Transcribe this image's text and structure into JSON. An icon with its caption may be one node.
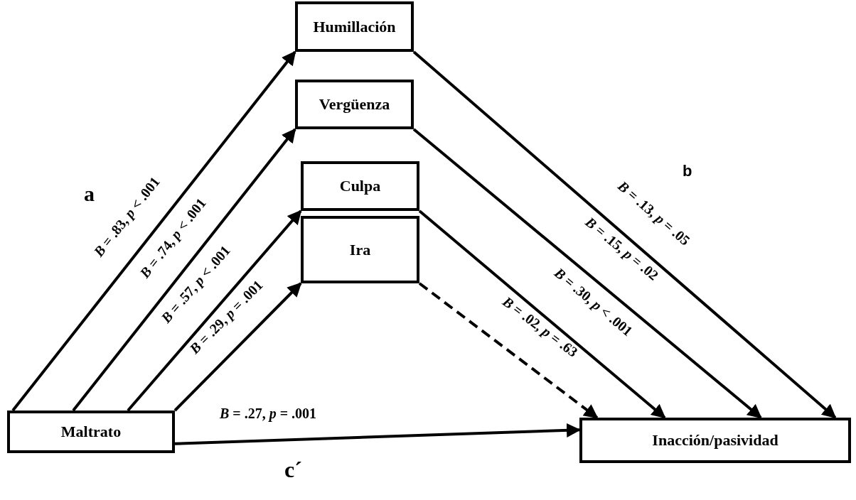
{
  "diagram": {
    "nodes": [
      {
        "text": [
          "Humillación"
        ]
      },
      {
        "text": [
          "Vergüenza"
        ]
      },
      {
        "text": [
          "Culpa"
        ]
      },
      {
        "text": [
          "Ira"
        ]
      },
      {
        "text": [
          "Maltrato"
        ]
      },
      {
        "text": [
          "Inacción/pasividad"
        ]
      }
    ],
    "edges": [
      {
        "from": 4,
        "to": 0,
        "arrow": "to",
        "label": "*B* = .83, *p* < .001"
      },
      {
        "from": 4,
        "to": 1,
        "arrow": "to",
        "label": "*B* = .74, *p* < .001"
      },
      {
        "from": 4,
        "to": 2,
        "arrow": "to",
        "label": "*B* = .57, *p* < .001"
      },
      {
        "from": 4,
        "to": 3,
        "arrow": "to",
        "label": "*B* = .29, *p* = .001"
      },
      {
        "from": 0,
        "to": 5,
        "arrow": "to",
        "label": "*B* = .13, *p* = .05"
      },
      {
        "from": 1,
        "to": 5,
        "arrow": "to",
        "label": "*B* = .15, *p* = .02"
      },
      {
        "from": 2,
        "to": 5,
        "arrow": "to",
        "label": "*B* = .30, *p* < .001"
      },
      {
        "from": 3,
        "to": 5,
        "arrow": "to",
        "label": "*B* = .02, *p* = .63",
        "style": "dashed"
      },
      {
        "from": 4,
        "to": 5,
        "arrow": "to",
        "label": "*B* = .27, *p* = .001"
      }
    ],
    "labels": [
      "a",
      "b",
      "c´"
    ]
  }
}
